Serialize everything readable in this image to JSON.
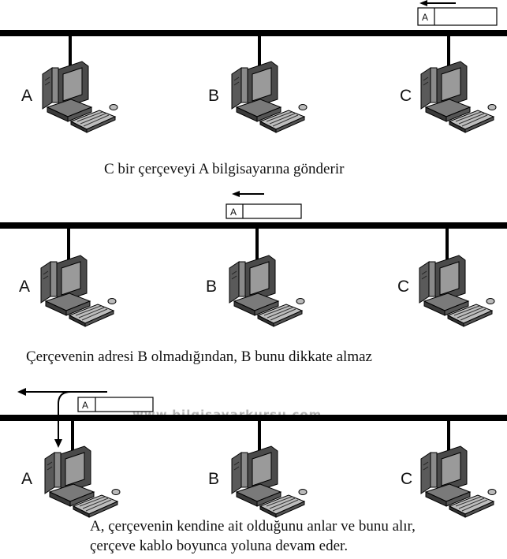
{
  "panels": [
    {
      "computers": [
        "A",
        "B",
        "C"
      ],
      "frame_address": "A",
      "caption": "C bir çerçeveyi A bilgisayarına gönderir"
    },
    {
      "computers": [
        "A",
        "B",
        "C"
      ],
      "frame_address": "A",
      "caption": "Çerçevenin adresi B olmadığından, B bunu dikkate almaz"
    },
    {
      "computers": [
        "A",
        "B",
        "C"
      ],
      "frame_address": "A",
      "caption_line1": "A, çerçevenin kendine ait olduğunu anlar ve bunu alır,",
      "caption_line2": "çerçeve kablo boyunca yoluna devam eder.",
      "watermark": "www.bilgisayarkursu.com"
    }
  ]
}
